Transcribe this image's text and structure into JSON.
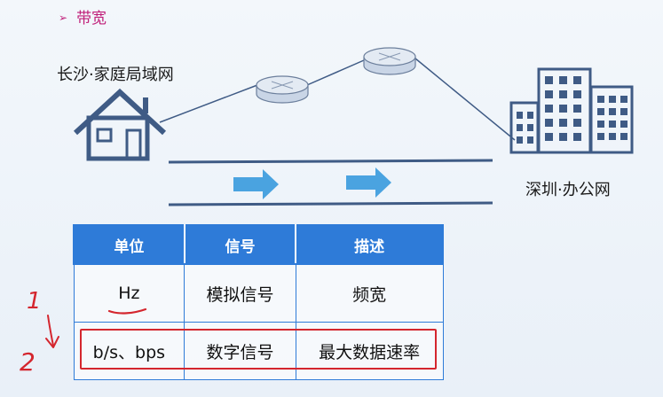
{
  "slide": {
    "section_title": "带宽"
  },
  "labels": {
    "home": "长沙·家庭局域网",
    "office": "深圳·办公网"
  },
  "table": {
    "headers": [
      "单位",
      "信号",
      "描述"
    ],
    "rows": [
      [
        "Hz",
        "模拟信号",
        "频宽"
      ],
      [
        "b/s、bps",
        "数字信号",
        "最大数据速率"
      ]
    ]
  },
  "annotations": {
    "number_1": "1",
    "number_2": "2"
  },
  "colors": {
    "accent": "#c0207a",
    "table_header": "#2e7bd8",
    "highlight": "#d4262e",
    "network_line": "#3f5b85",
    "arrow": "#4aa3e0"
  }
}
